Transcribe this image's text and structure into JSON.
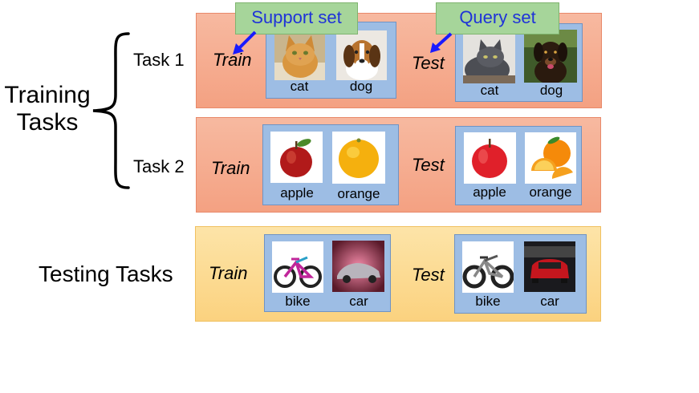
{
  "left_labels": {
    "training_tasks_line1": "Training",
    "training_tasks_line2": "Tasks",
    "testing_tasks": "Testing Tasks",
    "task1": "Task 1",
    "task2": "Task 2"
  },
  "callouts": {
    "support_set": "Support set",
    "query_set": "Query set"
  },
  "rows": [
    {
      "train_label": "Train",
      "test_label": "Test",
      "train_items": [
        "cat",
        "dog"
      ],
      "test_items": [
        "cat",
        "dog"
      ]
    },
    {
      "train_label": "Train",
      "test_label": "Test",
      "train_items": [
        "apple",
        "orange"
      ],
      "test_items": [
        "apple",
        "orange"
      ]
    },
    {
      "train_label": "Train",
      "test_label": "Test",
      "train_items": [
        "bike",
        "car"
      ],
      "test_items": [
        "bike",
        "car"
      ]
    }
  ],
  "colors": {
    "training_panel": "#f4a182",
    "testing_panel": "#fbd27f",
    "set_box": "#9dbde4",
    "callout_fill": "#a6d59a",
    "callout_text": "#1f33d8",
    "arrow": "#1a1aff"
  }
}
